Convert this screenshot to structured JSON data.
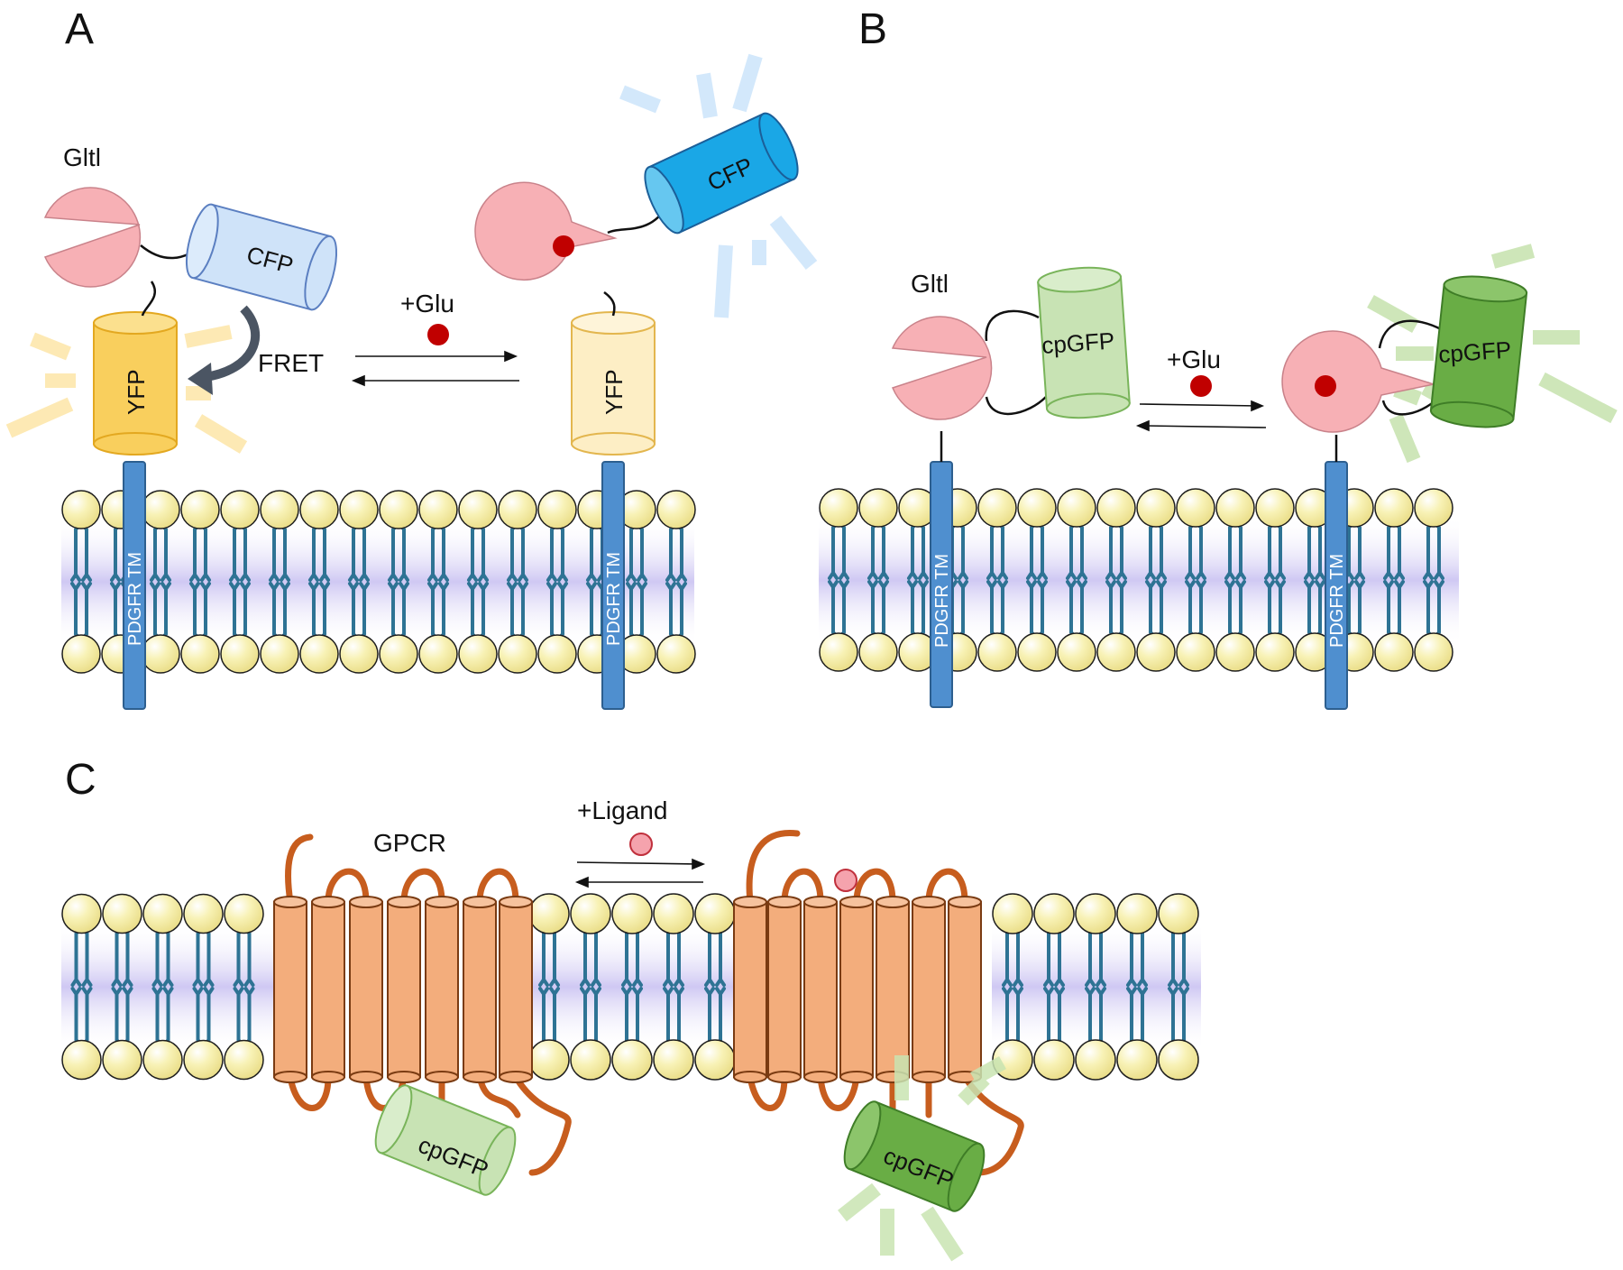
{
  "panels": {
    "a": {
      "letter": "A",
      "gltl_label": "Gltl",
      "cfp_label": "CFP",
      "yfp_label": "YFP",
      "fret_label": "FRET",
      "glu_label": "+Glu",
      "tm_label": "PDGFR TM"
    },
    "b": {
      "letter": "B",
      "gltl_label": "Gltl",
      "cpgfp_label": "cpGFP",
      "glu_label": "+Glu",
      "tm_label": "PDGFR TM"
    },
    "c": {
      "letter": "C",
      "gpcr_label": "GPCR",
      "ligand_label": "+Ligand",
      "cpgfp_label": "cpGFP"
    }
  },
  "colors": {
    "pacman": "#f7b0b5",
    "glutamate": "#c00000",
    "ligand": "#f5a3ad",
    "cfp_dim": "#cfe3f9",
    "cfp_bright": "#1aa7e6",
    "yfp_bright": "#f9cf5d",
    "yfp_dim": "#fdeec5",
    "gfp_dim": "#c8e3b4",
    "gfp_bright": "#69ad45",
    "tm_helix": "#4f8fcf",
    "gpcr": "#f3ad7c",
    "gpcr_loop": "#c75d1e",
    "lipid_head": "#f8f2b6",
    "lipid_tail": "#2e7394",
    "membrane_core": "#d9d4f5"
  }
}
